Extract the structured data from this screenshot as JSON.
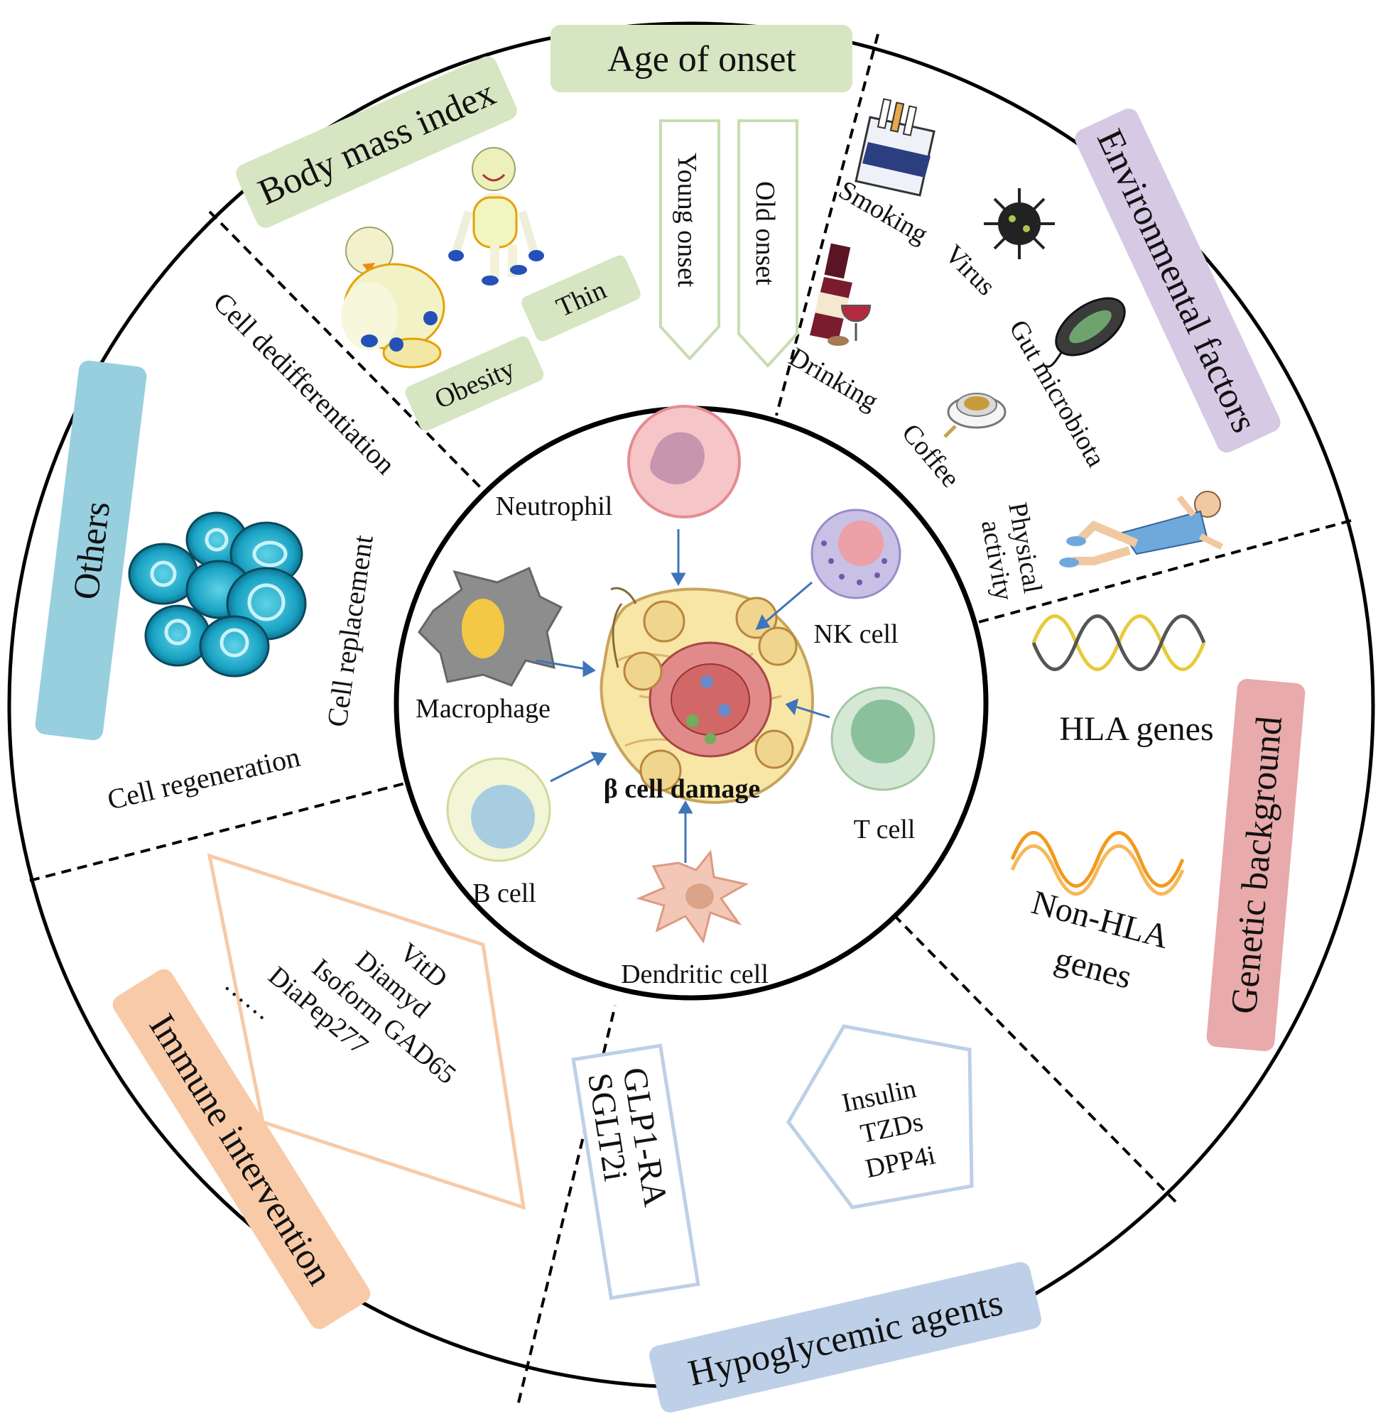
{
  "center": {
    "title": "β cell damage",
    "cells": {
      "neutrophil": "Neutrophil",
      "nk": "NK cell",
      "macrophage": "Macrophage",
      "t": "T cell",
      "b": "B cell",
      "dendritic": "Dendritic cell"
    }
  },
  "bmi": {
    "title": "Body mass index",
    "thin": "Thin",
    "obesity": "Obesity"
  },
  "age": {
    "title": "Age of onset",
    "young": "Young onset",
    "old": "Old onset"
  },
  "environment": {
    "title": "Environmental factors",
    "smoking": "Smoking",
    "virus": "Virus",
    "drinking": "Drinking",
    "gut": "Gut microbiota",
    "coffee": "Coffee",
    "physical_1": "Physical",
    "physical_2": "activity"
  },
  "genetic": {
    "title": "Genetic background",
    "hla": "HLA genes",
    "nonhla_1": "Non-HLA",
    "nonhla_2": "genes"
  },
  "hypoglycemic": {
    "title": "Hypoglycemic agents",
    "box_1": "GLP1-RA",
    "box_2": "SGLT2i",
    "penta_1": "Insulin",
    "penta_2": "TZDs",
    "penta_3": "DPP4i"
  },
  "immune": {
    "title": "Immune intervention",
    "items": [
      "VitD",
      "Diamyd",
      "Isoform GAD65",
      "DiaPep277",
      "……"
    ]
  },
  "others": {
    "title": "Others",
    "dediff": "Cell dedifferentiation",
    "replacement": "Cell replacement",
    "regeneration": "Cell regeneration"
  },
  "colors": {
    "green": "#d6e5c2",
    "purple": "#d5c9e3",
    "pink": "#e8aaaa",
    "blue": "#bdd0e8",
    "orange": "#f8caa7",
    "cyan": "#97cfdf"
  }
}
